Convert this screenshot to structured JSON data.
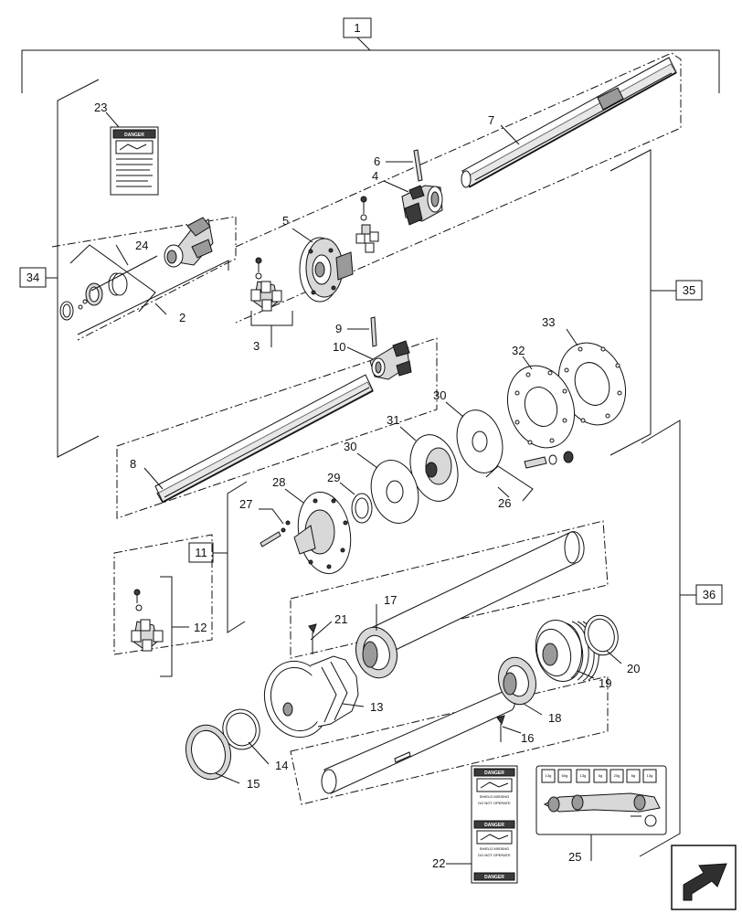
{
  "callouts": {
    "c1": "1",
    "c2": "2",
    "c3": "3",
    "c4": "4",
    "c5": "5",
    "c6": "6",
    "c7": "7",
    "c8": "8",
    "c9": "9",
    "c10": "10",
    "c11": "11",
    "c12": "12",
    "c13": "13",
    "c14": "14",
    "c15": "15",
    "c16": "16",
    "c17": "17",
    "c18": "18",
    "c19": "19",
    "c20": "20",
    "c21": "21",
    "c22": "22",
    "c23": "23",
    "c24": "24",
    "c25": "25",
    "c26": "26",
    "c27": "27",
    "c28": "28",
    "c29": "29",
    "c30a": "30",
    "c30b": "30",
    "c31": "31",
    "c32": "32",
    "c33": "33",
    "c34": "34",
    "c35": "35",
    "c36": "36"
  },
  "decals": {
    "danger": "DANGER",
    "shield_missing": "SHIELD MISSING",
    "do_not_operate": "DO NOT OPERATE",
    "grease_values": [
      "13g",
      "60g",
      "13g",
      "6g",
      "20g",
      "6g",
      "13g"
    ]
  },
  "colors": {
    "line": "#111111",
    "shade_light": "#d8d8d8",
    "shade_mid": "#9a9a9a",
    "shade_dark": "#3a3a3a",
    "nav_fill": "#2f2f2f"
  },
  "icons": {
    "nav": "next-page-arrow-icon"
  }
}
